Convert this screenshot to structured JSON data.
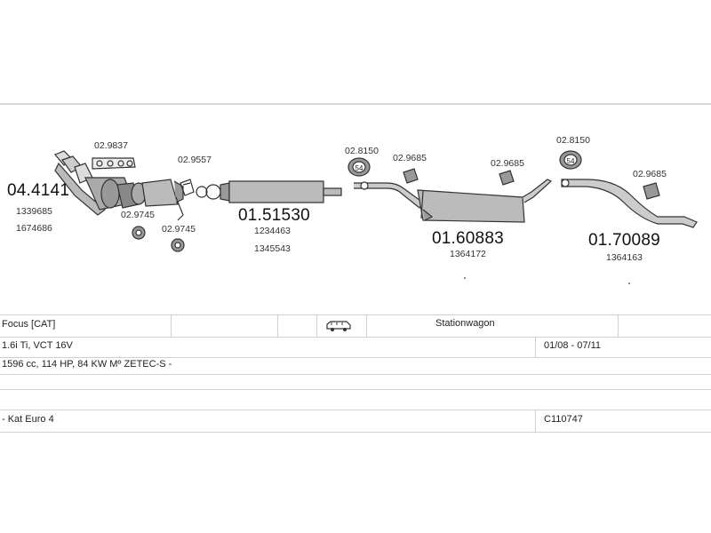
{
  "parts": {
    "manifold": {
      "code": "04.4141",
      "refs": [
        "1339685",
        "1674686"
      ]
    },
    "gasket_a": {
      "code": "02.9837"
    },
    "clamp_a": {
      "code": "02.9557"
    },
    "mount_a": {
      "code": "02.9745"
    },
    "mount_b": {
      "code": "02.9745"
    },
    "front_pipe": {
      "code": "01.51530",
      "refs": [
        "1234463",
        "1345543"
      ]
    },
    "mount_c": {
      "code": "02.8150"
    },
    "mount_d": {
      "code": "02.9685"
    },
    "mount_e": {
      "code": "02.9685"
    },
    "center_silencer": {
      "code": "01.60883",
      "refs": [
        "1364172"
      ]
    },
    "mount_f": {
      "code": "02.8150"
    },
    "mount_g": {
      "code": "02.9685"
    },
    "rear_pipe": {
      "code": "01.70089",
      "refs": [
        "1364163"
      ]
    },
    "ring_label": "54"
  },
  "vehicle": {
    "model": "Focus  [CAT]",
    "body_icon": "station-wagon-icon",
    "body": "Stationwagon",
    "engine": "1.6i Ti, VCT 16V",
    "years": "01/08 - 07/11",
    "spec": "1596 cc, 114 HP, 84 KW Mº ZETEC-S -",
    "emission": "- Kat Euro 4",
    "set_code": "C110747"
  }
}
